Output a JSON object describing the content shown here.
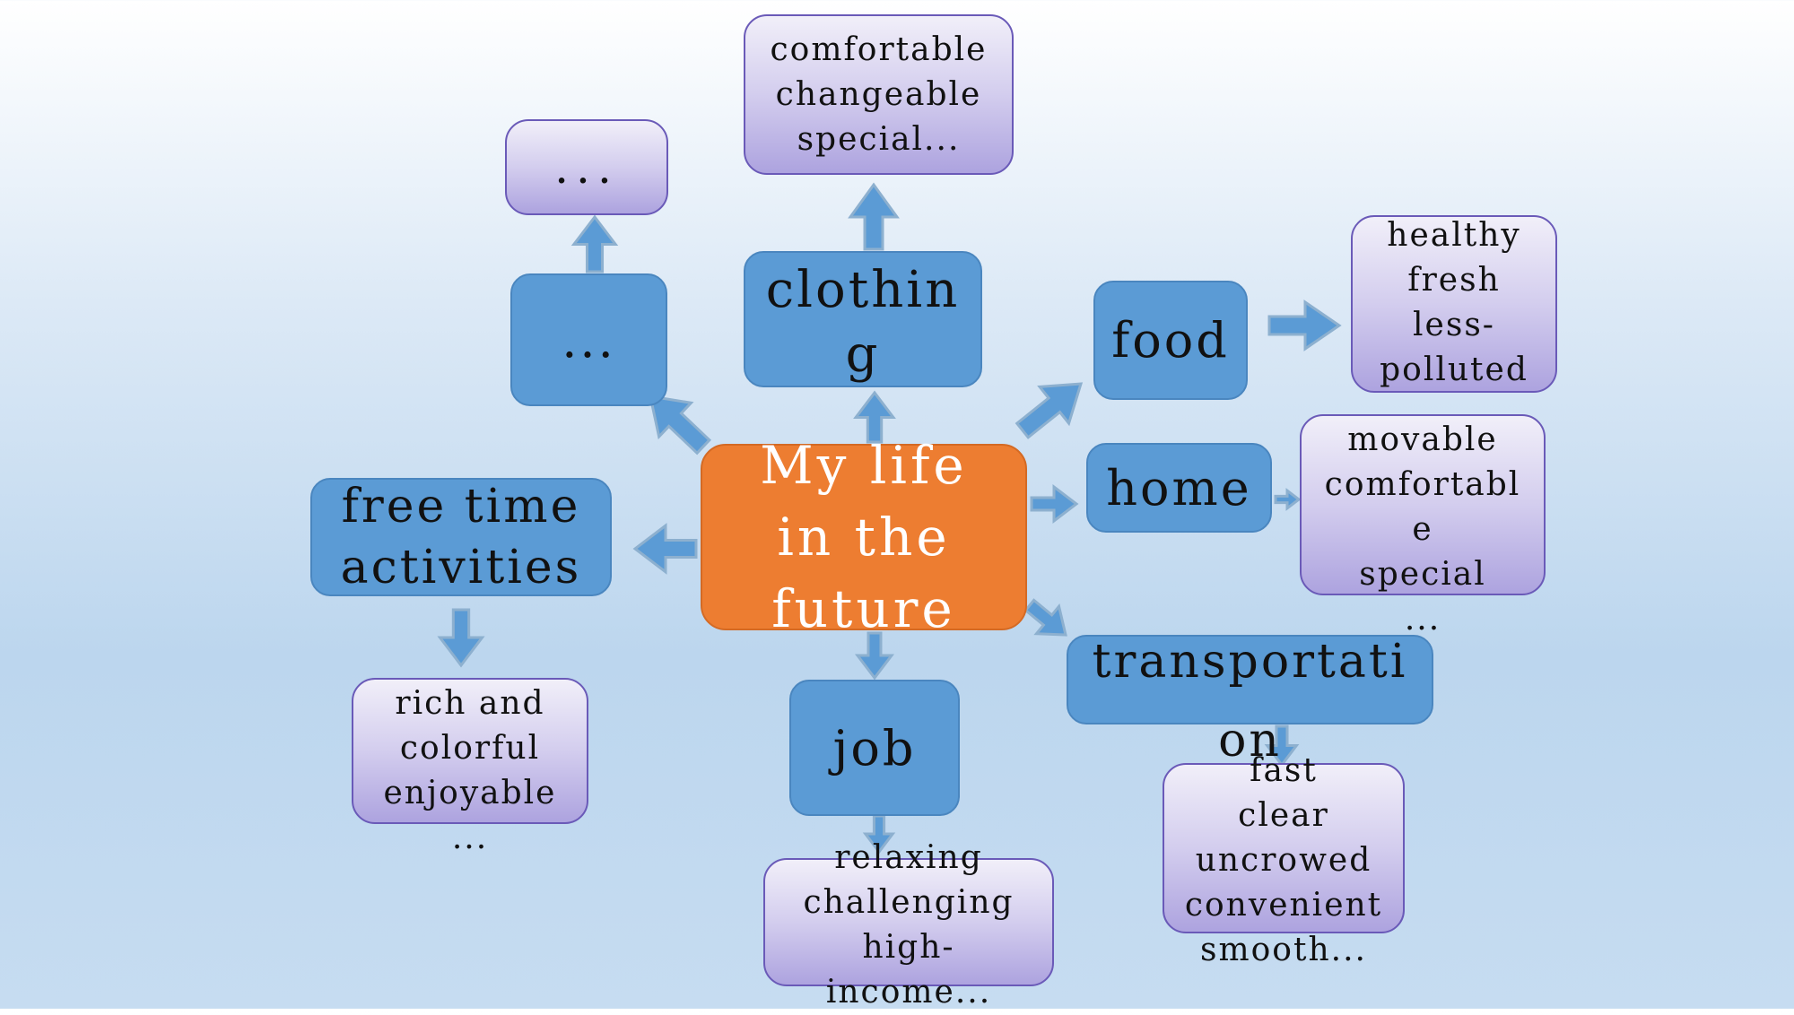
{
  "center": {
    "label": "My life\nin the\nfuture"
  },
  "topics": {
    "clothing": {
      "label": "clothin\ng"
    },
    "food": {
      "label": "food"
    },
    "home": {
      "label": "home"
    },
    "transportation": {
      "label": "transportati\non"
    },
    "job": {
      "label": "job"
    },
    "free_time": {
      "label": "free time\nactivities"
    },
    "other": {
      "label": "..."
    }
  },
  "details": {
    "clothing": {
      "label": "comfortable\nchangeable\nspecial..."
    },
    "food": {
      "label": "healthy\nfresh\nless-\npolluted\n..."
    },
    "home": {
      "label": "movable\ncomfortabl\ne\nspecial\n..."
    },
    "transportation": {
      "label": "fast\nclear\nuncrowed\nconvenient\nsmooth..."
    },
    "job": {
      "label": "relaxing\nchallenging\nhigh-\nincome..."
    },
    "free_time": {
      "label": "rich and\ncolorful\nenjoyable\n..."
    },
    "other": {
      "label": "..."
    }
  },
  "colors": {
    "center": "#ed7d31",
    "topic": "#5b9bd5",
    "arrow": "#5b9bd5",
    "detail_border": "#6a5ab8"
  }
}
